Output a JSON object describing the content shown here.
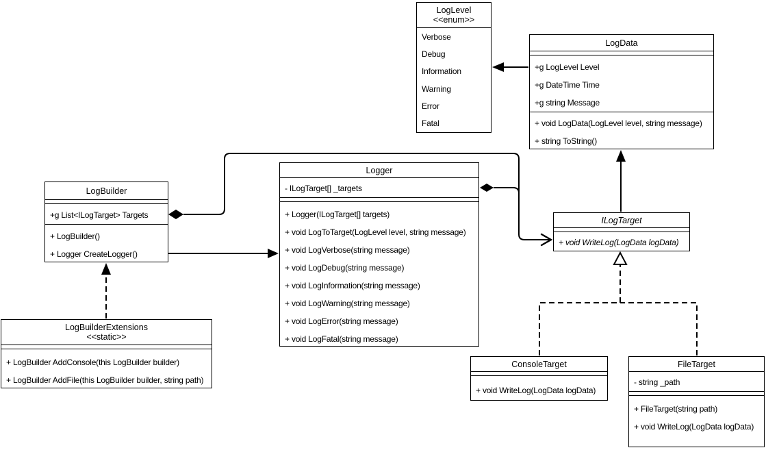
{
  "colors": {
    "line": "#000000",
    "background": "#ffffff",
    "text": "#000000"
  },
  "classes": {
    "log_level": {
      "name": "LogLevel",
      "stereotype": "<<enum>>",
      "values": [
        "Verbose",
        "Debug",
        "Information",
        "Warning",
        "Error",
        "Fatal"
      ]
    },
    "log_data": {
      "name": "LogData",
      "attributes": [
        "+g LogLevel Level",
        "+g DateTime Time",
        "+g string Message"
      ],
      "methods": [
        "+ void LogData(LogLevel level, string message)",
        "+ string ToString()"
      ]
    },
    "logger": {
      "name": "Logger",
      "attributes": [
        "- ILogTarget[] _targets"
      ],
      "methods": [
        "+ Logger(ILogTarget[] targets)",
        "+ void LogToTarget(LogLevel level, string message)",
        "+ void LogVerbose(string message)",
        "+ void LogDebug(string message)",
        "+ void LogInformation(string message)",
        "+ void LogWarning(string message)",
        "+ void LogError(string message)",
        "+ void LogFatal(string message)"
      ]
    },
    "log_builder": {
      "name": "LogBuilder",
      "attributes": [
        "+g List<ILogTarget> Targets"
      ],
      "methods": [
        "+ LogBuilder()",
        "+ Logger CreateLogger()"
      ]
    },
    "log_builder_extensions": {
      "name": "LogBuilderExtensions",
      "stereotype": "<<static>>",
      "methods": [
        "+ LogBuilder AddConsole(this LogBuilder builder)",
        "+ LogBuilder AddFile(this LogBuilder builder, string path)"
      ]
    },
    "i_log_target": {
      "name": "ILogTarget",
      "methods": [
        "+ void WriteLog(LogData logData)"
      ]
    },
    "console_target": {
      "name": "ConsoleTarget",
      "methods": [
        "+ void WriteLog(LogData logData)"
      ]
    },
    "file_target": {
      "name": "FileTarget",
      "attributes": [
        "- string _path"
      ],
      "methods": [
        "+ FileTarget(string path)",
        "+ void WriteLog(LogData logData)"
      ]
    }
  },
  "relationships": [
    {
      "from": "LogData",
      "to": "LogLevel",
      "type": "directed-association"
    },
    {
      "from": "ILogTarget",
      "to": "LogData",
      "type": "directed-association"
    },
    {
      "from": "LogBuilder",
      "to": "ILogTarget",
      "type": "composition"
    },
    {
      "from": "Logger",
      "to": "ILogTarget",
      "type": "composition"
    },
    {
      "from": "LogBuilder",
      "to": "Logger",
      "type": "directed-association"
    },
    {
      "from": "LogBuilderExtensions",
      "to": "LogBuilder",
      "type": "dependency"
    },
    {
      "from": "ConsoleTarget",
      "to": "ILogTarget",
      "type": "realization"
    },
    {
      "from": "FileTarget",
      "to": "ILogTarget",
      "type": "realization"
    }
  ]
}
